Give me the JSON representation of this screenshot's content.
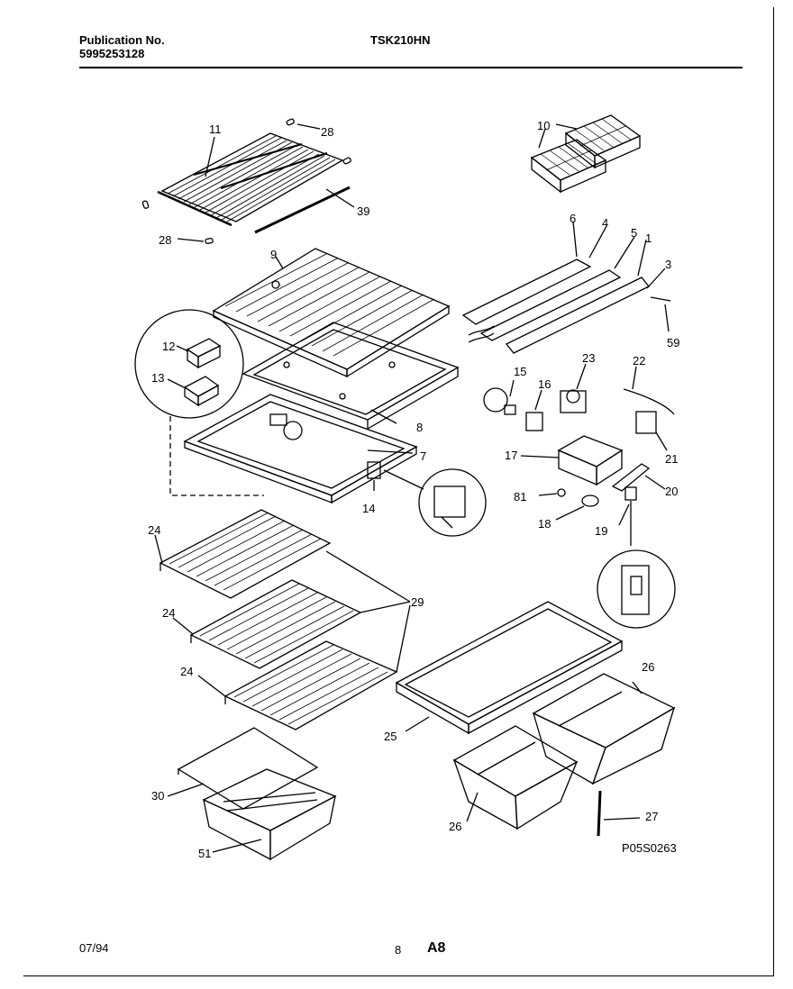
{
  "header": {
    "pub_label": "Publication No.",
    "pub_number": "5995253128",
    "model": "TSK210HN"
  },
  "footer": {
    "date": "07/94",
    "page": "8",
    "section": "A8"
  },
  "drawing_id": "P05S0263",
  "callouts": [
    "11",
    "28",
    "10",
    "39",
    "28",
    "9",
    "6",
    "4",
    "5",
    "1",
    "3",
    "59",
    "12",
    "13",
    "15",
    "23",
    "22",
    "16",
    "8",
    "7",
    "17",
    "21",
    "20",
    "81",
    "18",
    "19",
    "14",
    "24",
    "29",
    "24",
    "24",
    "26",
    "25",
    "30",
    "26",
    "27",
    "51"
  ]
}
